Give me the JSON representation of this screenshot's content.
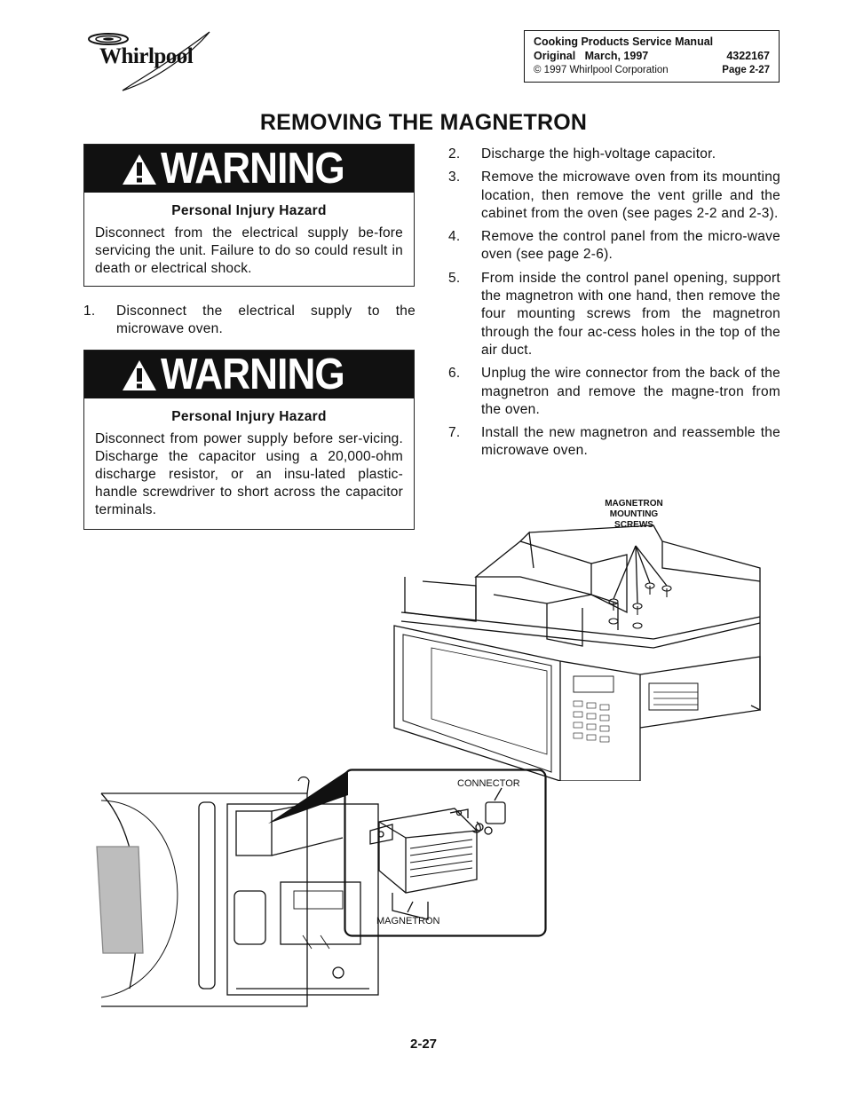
{
  "header": {
    "brand": "Whirlpool",
    "manual_title": "Cooking Products Service Manual",
    "edition": "Original   March, 1997",
    "part_number": "4322167",
    "copyright": "© 1997 Whirlpool Corporation",
    "page_ref": "Page 2-27"
  },
  "title": "REMOVING THE MAGNETRON",
  "warnings": [
    {
      "heading": "WARNING",
      "subheading": "Personal Injury Hazard",
      "body": "Disconnect from the electrical supply be-fore servicing the unit. Failure to do so could result in death or electrical shock."
    },
    {
      "heading": "WARNING",
      "subheading": "Personal Injury Hazard",
      "body": "Disconnect from power supply before ser-vicing. Discharge the capacitor using a 20,000-ohm discharge resistor, or an insu-lated plastic-handle screwdriver to short across the capacitor terminals."
    }
  ],
  "steps": [
    {
      "num": "1.",
      "text": "Disconnect the electrical supply to the microwave oven."
    },
    {
      "num": "2.",
      "text": "Discharge the high-voltage capacitor."
    },
    {
      "num": "3.",
      "text": "Remove the microwave oven from its mounting location, then remove the vent grille and the cabinet from the oven (see pages 2-2 and 2-3)."
    },
    {
      "num": "4.",
      "text": "Remove the control panel from the micro-wave oven (see page 2-6)."
    },
    {
      "num": "5.",
      "text": "From inside the control panel opening, support the magnetron with one hand, then remove the four mounting screws from the magnetron through the four ac-cess holes in the top of the air duct."
    },
    {
      "num": "6.",
      "text": "Unplug the wire connector from the back of the magnetron and remove the magne-tron from the oven."
    },
    {
      "num": "7.",
      "text": "Install the new magnetron and reassemble the microwave oven."
    }
  ],
  "diagram_labels": {
    "mounting_screws": [
      "MAGNETRON",
      "MOUNTING",
      "SCREWS"
    ],
    "connector": "CONNECTOR",
    "magnetron": "MAGNETRON"
  },
  "page_number": "2-27",
  "icons": [
    "whirlpool-logo-icon",
    "warning-triangle-icon"
  ]
}
